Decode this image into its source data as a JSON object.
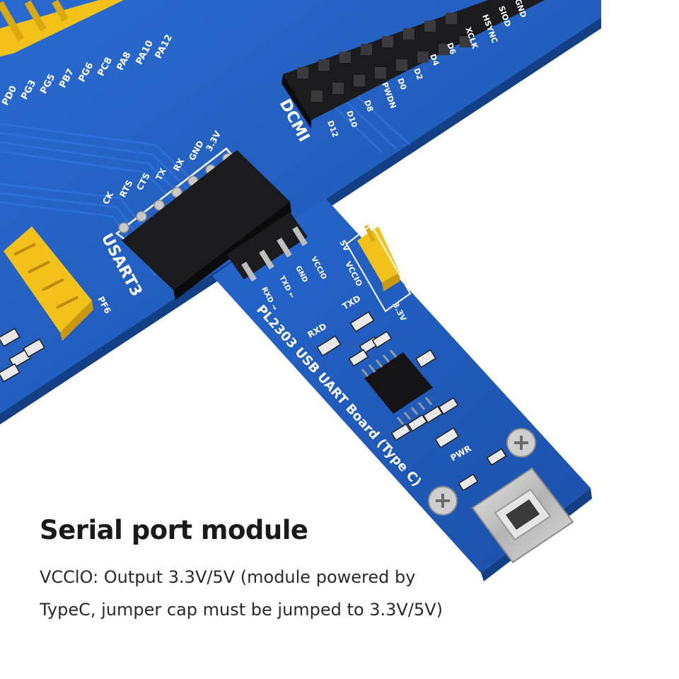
{
  "caption": {
    "title": "Serial port module",
    "line1": "VCClO: Output 3.3V/5V (module powered by",
    "line2": "TypeC, jumper cap must be jumped to 3.3V/5V)"
  },
  "main_board": {
    "dcmi_label": "DCMI",
    "dcmi_pins_top": [
      "GND",
      "SIOD",
      "HSYNC",
      "XCLK",
      "D6",
      "D4",
      "D2",
      "D0",
      "PWDN",
      "D8",
      "D10",
      "D12"
    ],
    "usart_label": "USART3",
    "usart_pins": [
      "CK",
      "RTS",
      "CTS",
      "TX",
      "RX",
      "GND",
      "3.3V"
    ],
    "gpio_labels": [
      "PD0",
      "PG3",
      "PG5",
      "PB7",
      "PG6",
      "PC8",
      "PA8",
      "PA10",
      "PA12"
    ],
    "pf_label": "PF6"
  },
  "uart_board": {
    "name": "PL2303 USB UART Board (Type C)",
    "pins": [
      "VCCIO",
      "GND",
      "TXD ←",
      "RXD →"
    ],
    "jumper_labels": [
      "5V",
      "VCCIO",
      "3.3V"
    ],
    "leds": [
      "TXD",
      "RXD",
      "PWR"
    ]
  },
  "colors": {
    "pcb_blue": "#1f5fc2",
    "pcb_dark": "#164a9c",
    "header_black": "#1b1b1d",
    "jumper_yellow": "#f2c21b",
    "silk": "#ffffff"
  }
}
